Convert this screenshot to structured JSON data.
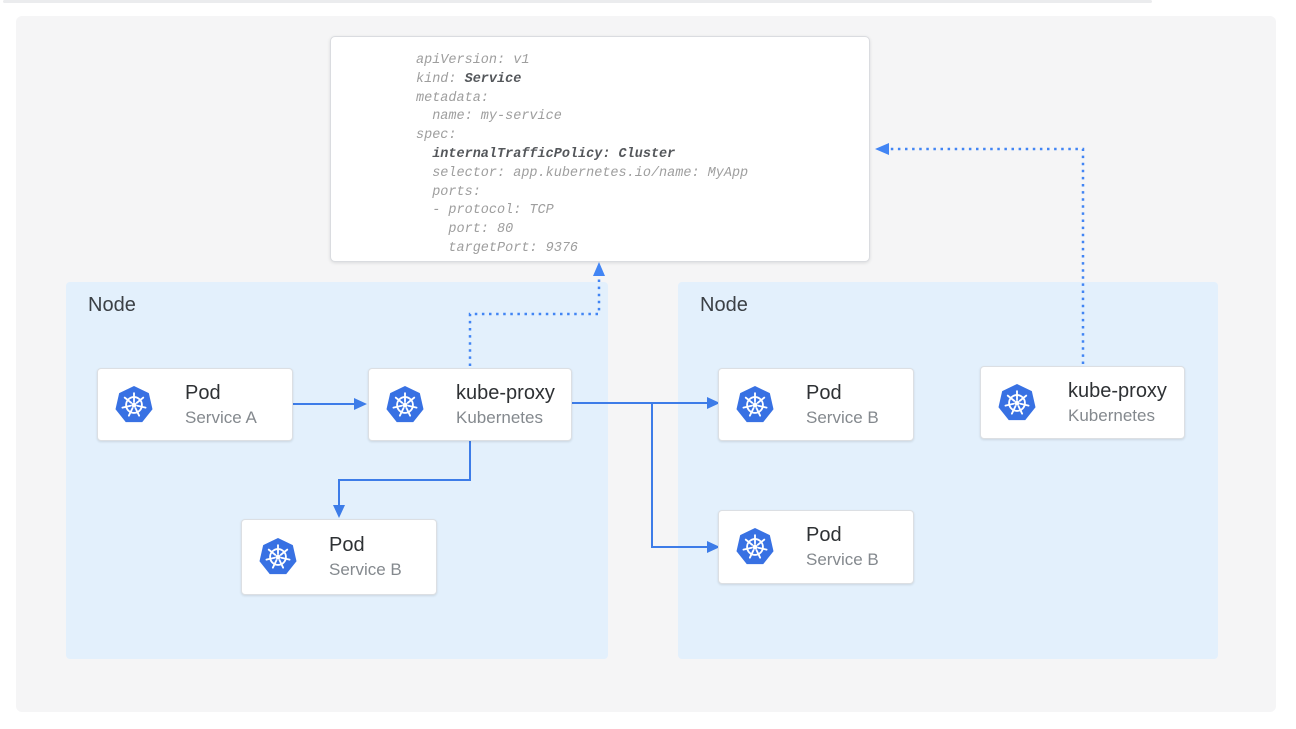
{
  "colors": {
    "solid_arrow_blue": "#3d7ce8",
    "dotted_arrow_blue": "#4285f4",
    "node_fill": "#e3f0fc",
    "panel_fill": "#f5f5f6",
    "card_border": "#dcdfe3",
    "kubernetes_blue": "#3871e3",
    "code_text": "#9e9e9e",
    "code_bold_text": "#54575b"
  },
  "code_card": {
    "lines": [
      {
        "pre": "apiVersion: v1",
        "bold": "",
        "post": ""
      },
      {
        "pre": "kind: ",
        "bold": "Service",
        "post": ""
      },
      {
        "pre": "metadata:",
        "bold": "",
        "post": ""
      },
      {
        "pre": "  name: my-service",
        "bold": "",
        "post": ""
      },
      {
        "pre": "spec:",
        "bold": "",
        "post": ""
      },
      {
        "pre": "  ",
        "bold": "internalTrafficPolicy: Cluster",
        "post": ""
      },
      {
        "pre": "  selector: app.kubernetes.io/name: MyApp",
        "bold": "",
        "post": ""
      },
      {
        "pre": "  ports:",
        "bold": "",
        "post": ""
      },
      {
        "pre": "  - protocol: TCP",
        "bold": "",
        "post": ""
      },
      {
        "pre": "    port: 80",
        "bold": "",
        "post": ""
      },
      {
        "pre": "    targetPort: 9376",
        "bold": "",
        "post": ""
      }
    ]
  },
  "nodes": {
    "left": {
      "label": "Node"
    },
    "right": {
      "label": "Node"
    }
  },
  "cards": {
    "pod_service_a": {
      "title": "Pod",
      "subtitle": "Service A"
    },
    "kube_proxy_left": {
      "title": "kube-proxy",
      "subtitle": "Kubernetes"
    },
    "pod_service_b_left": {
      "title": "Pod",
      "subtitle": "Service B"
    },
    "pod_service_b_top_right": {
      "title": "Pod",
      "subtitle": "Service B"
    },
    "pod_service_b_bottom_right": {
      "title": "Pod",
      "subtitle": "Service B"
    },
    "kube_proxy_right": {
      "title": "kube-proxy",
      "subtitle": "Kubernetes"
    }
  },
  "icons": {
    "kubernetes": "kubernetes-helm-icon"
  }
}
